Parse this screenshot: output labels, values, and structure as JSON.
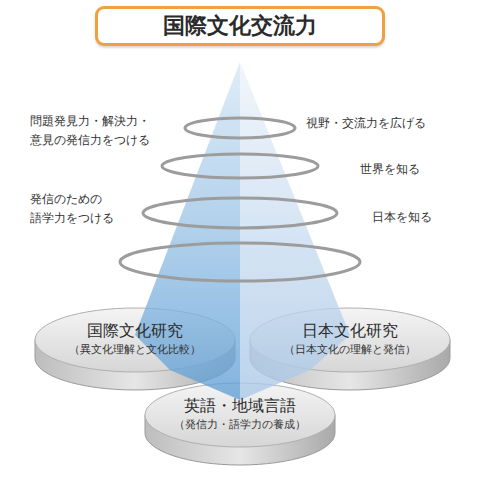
{
  "diagram": {
    "title": "国際文化交流力",
    "nodes": [
      {
        "text": [
          "国際文化研究",
          "（異文化理解と文化比較）"
        ]
      },
      {
        "text": [
          "日本文化研究",
          "（日本文化の理解と発信）"
        ]
      },
      {
        "text": [
          "英語・地域言語",
          "（発信力・語学力の養成）"
        ]
      }
    ],
    "labels": [
      "問題発見力・解決力・ 意見の発信力をつける",
      "発信のための 語学力をつける",
      "視野・交流力を広げる",
      "世界を知る",
      "日本を知る"
    ]
  }
}
